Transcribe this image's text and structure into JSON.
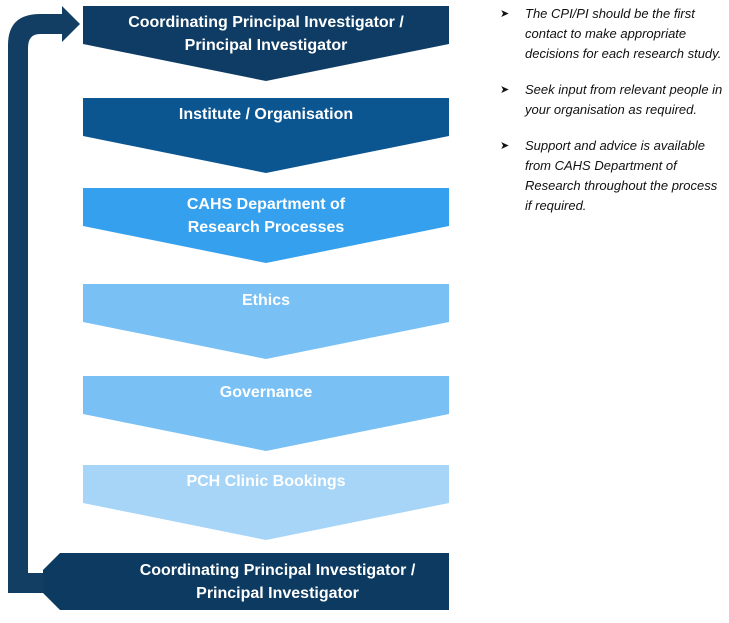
{
  "steps": [
    {
      "label": "Coordinating Principal Investigator / Principal Investigator",
      "color": "#0f3c64"
    },
    {
      "label": "Institute / Organisation",
      "color": "#0b5590"
    },
    {
      "label": "CAHS Department of Research Processes",
      "color": "#35a0ee"
    },
    {
      "label": "Ethics",
      "color": "#79c0f4"
    },
    {
      "label": "Governance",
      "color": "#79c0f4"
    },
    {
      "label": "PCH Clinic Bookings",
      "color": "#a6d5f8"
    }
  ],
  "final": {
    "label": "Coordinating Principal Investigator / Principal Investigator",
    "color": "#0d3a60"
  },
  "connector_color": "#123e64",
  "notes": [
    {
      "icon": "arrowhead-bullet-icon",
      "text": "The CPI/PI should be the first contact to make appropriate decisions for each research study."
    },
    {
      "icon": "arrowhead-bullet-icon",
      "text": "Seek input from relevant people in your organisation as required."
    },
    {
      "icon": "arrowhead-bullet-icon",
      "text": "Support and advice is available from CAHS Department of Research throughout the process if required."
    }
  ]
}
